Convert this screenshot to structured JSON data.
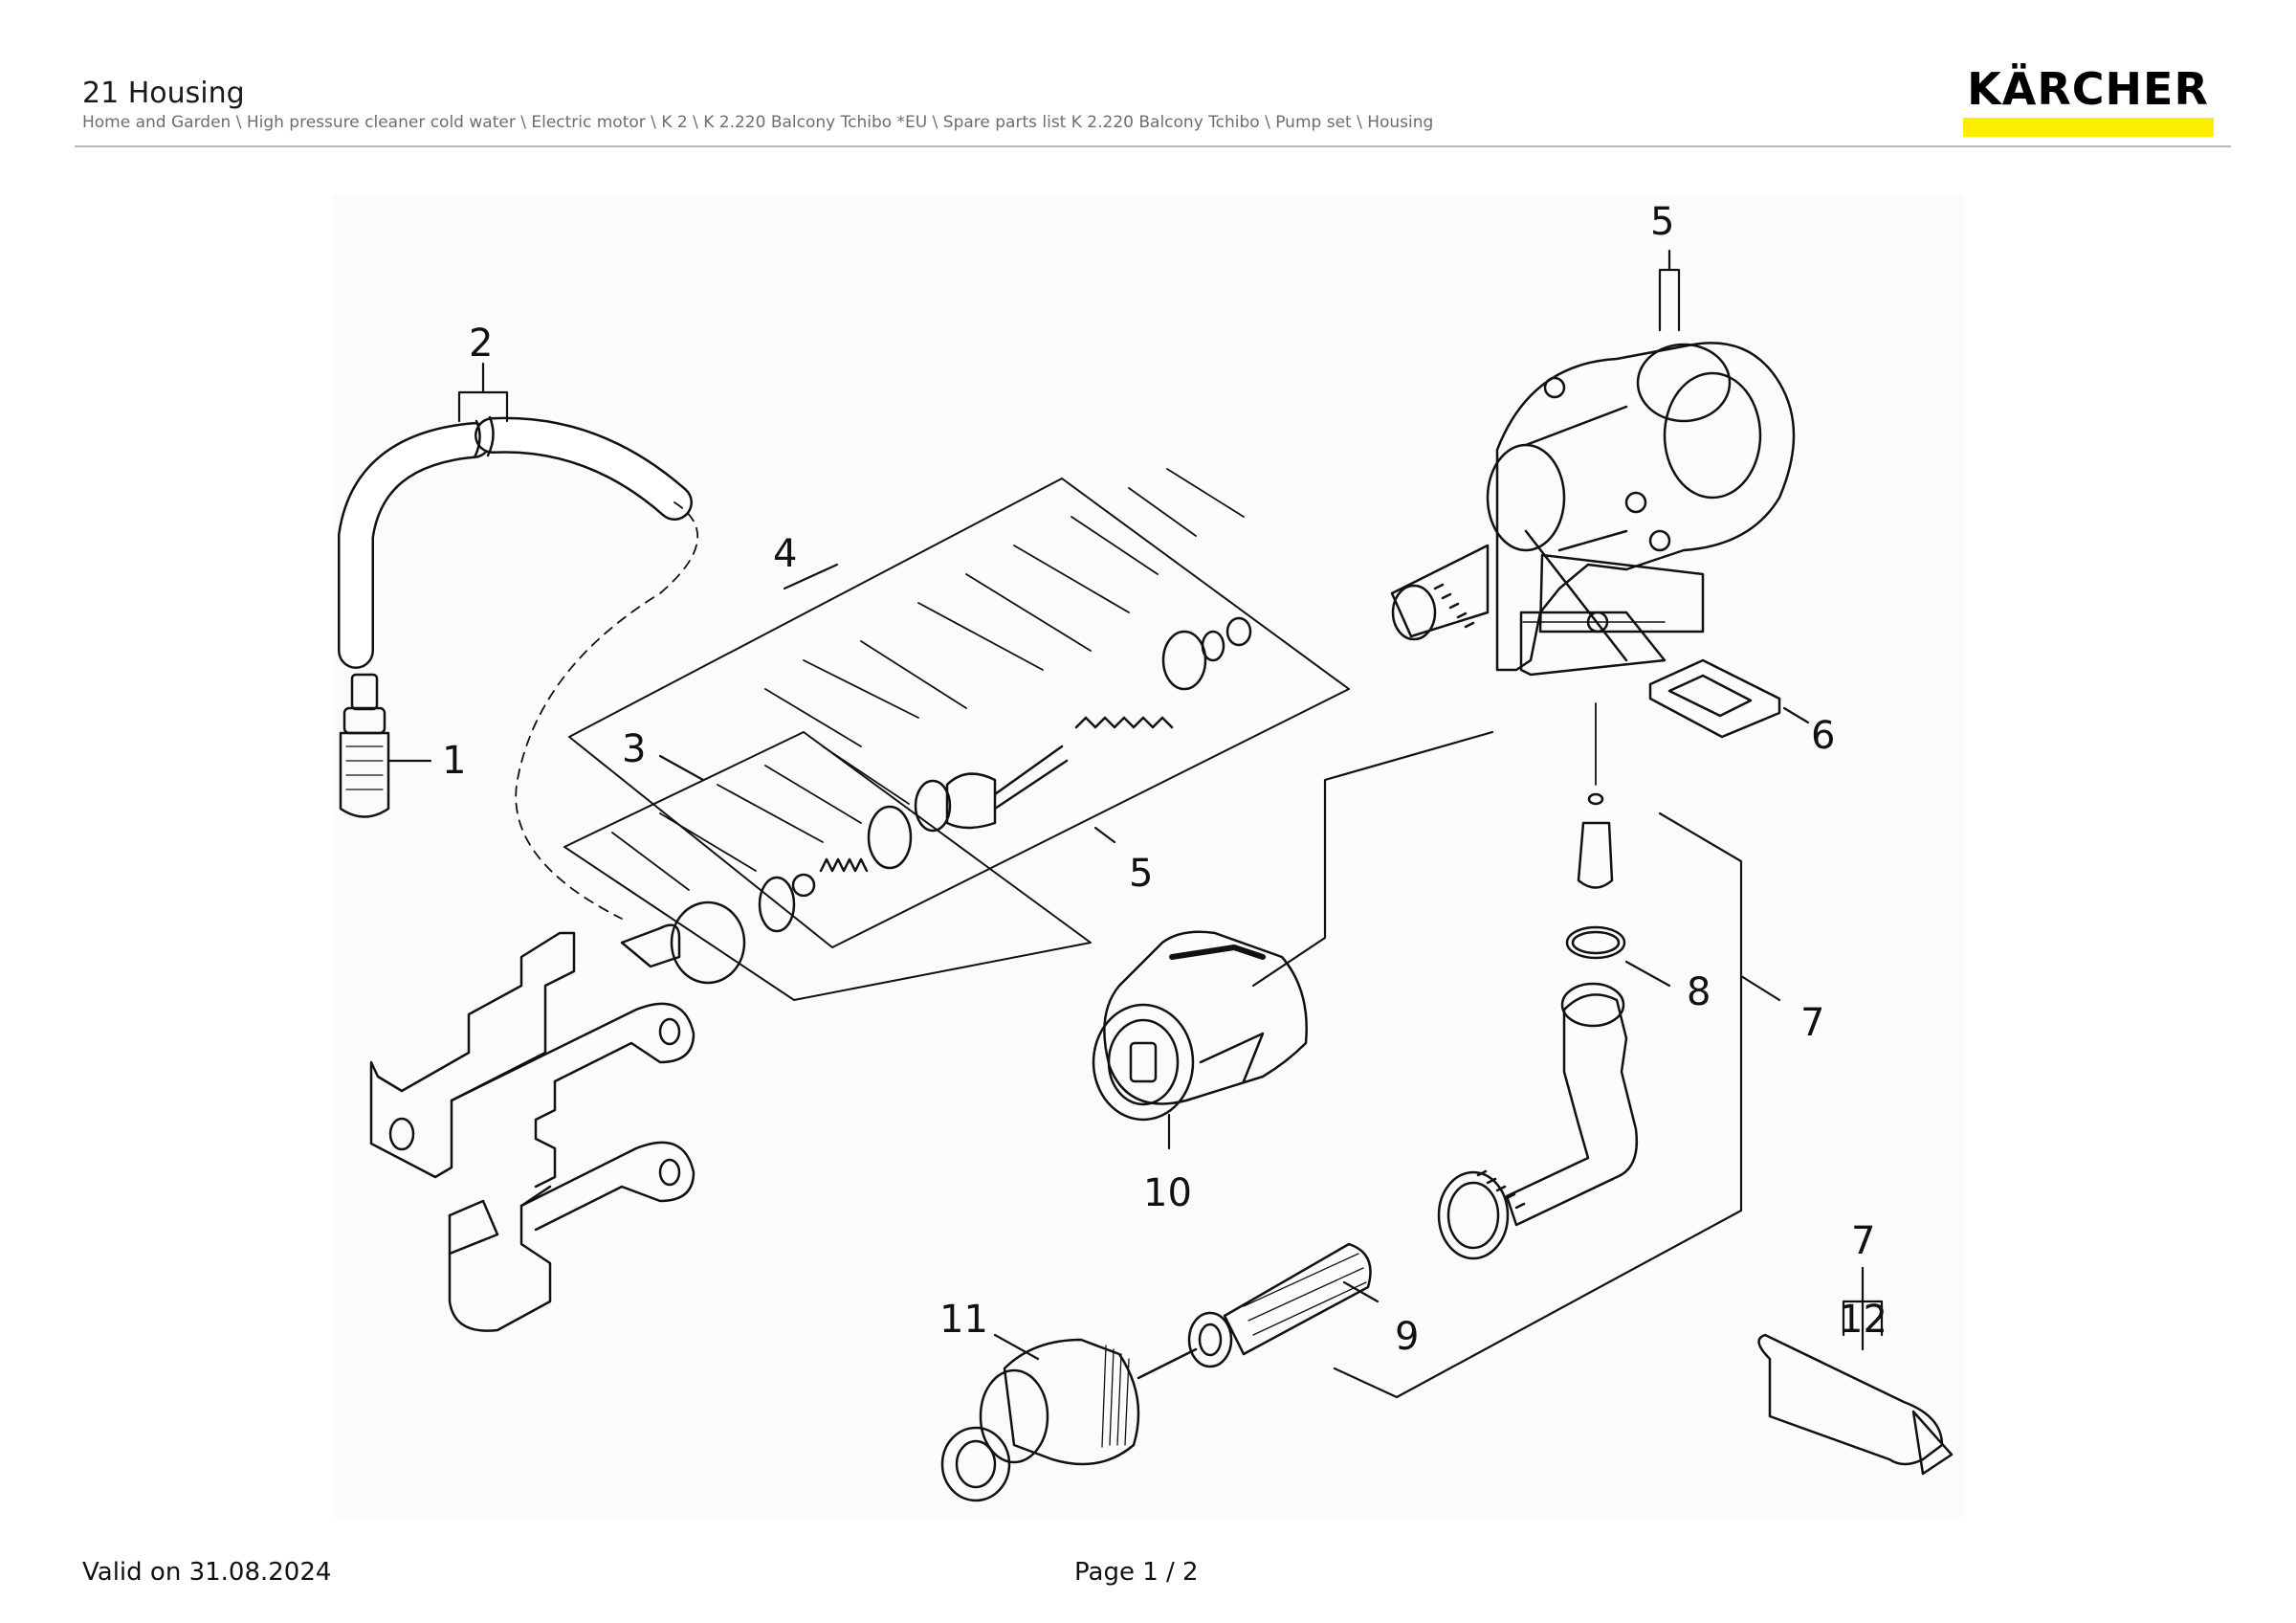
{
  "header": {
    "title": "21 Housing",
    "breadcrumb": "Home and Garden \\ High pressure cleaner cold water \\ Electric motor \\ K 2 \\ K 2.220 Balcony Tchibo *EU \\ Spare parts list K 2.220 Balcony Tchibo \\ Pump set \\ Housing",
    "logo_text": "KÄRCHER",
    "logo_bar_color": "#ffed00"
  },
  "diagram": {
    "callouts": [
      {
        "id": "c2",
        "label": "2"
      },
      {
        "id": "c1",
        "label": "1"
      },
      {
        "id": "c4",
        "label": "4"
      },
      {
        "id": "c3",
        "label": "3"
      },
      {
        "id": "c5a",
        "label": "5"
      },
      {
        "id": "c5b",
        "label": "5"
      },
      {
        "id": "c6",
        "label": "6"
      },
      {
        "id": "c8",
        "label": "8"
      },
      {
        "id": "c7a",
        "label": "7"
      },
      {
        "id": "c10",
        "label": "10"
      },
      {
        "id": "c11",
        "label": "11"
      },
      {
        "id": "c9",
        "label": "9"
      },
      {
        "id": "c7b",
        "label": "7"
      },
      {
        "id": "c12",
        "label": "12"
      }
    ]
  },
  "footer": {
    "valid": "Valid on 31.08.2024",
    "page": "Page 1 / 2"
  }
}
